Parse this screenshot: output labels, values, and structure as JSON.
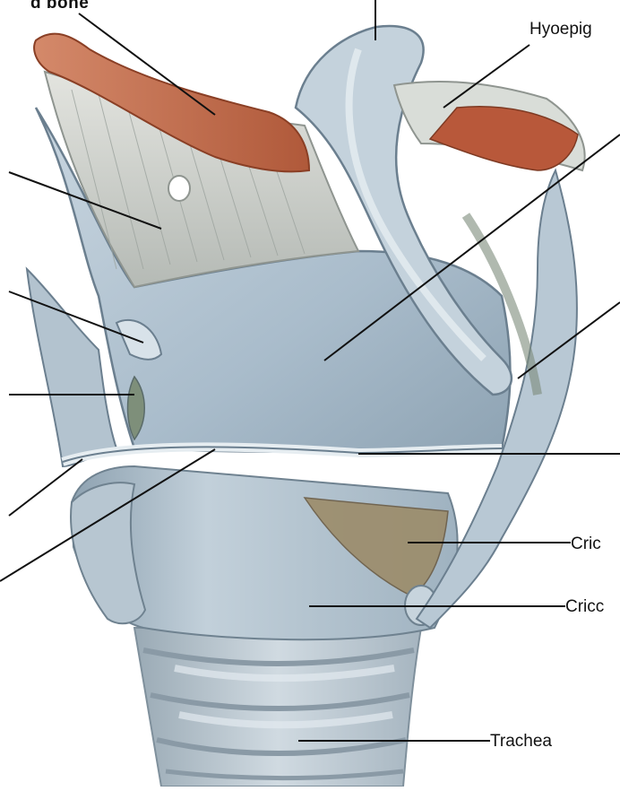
{
  "labels": {
    "hyoid_bone": "d bone",
    "hyoepiglottic": "Hyoepig",
    "cricoid_1": "Cric",
    "cricoid_2": "Cricc",
    "trachea": "Trachea"
  },
  "colors": {
    "cartilage": "#b9c9d6",
    "cartilage_shadow": "#8fa4b4",
    "cartilage_highlight": "#e4ecf1",
    "bone": "#c9764f",
    "membrane": "#c3c6c0",
    "ligament_brown": "#8f8162",
    "leader_lines": "#111111"
  }
}
